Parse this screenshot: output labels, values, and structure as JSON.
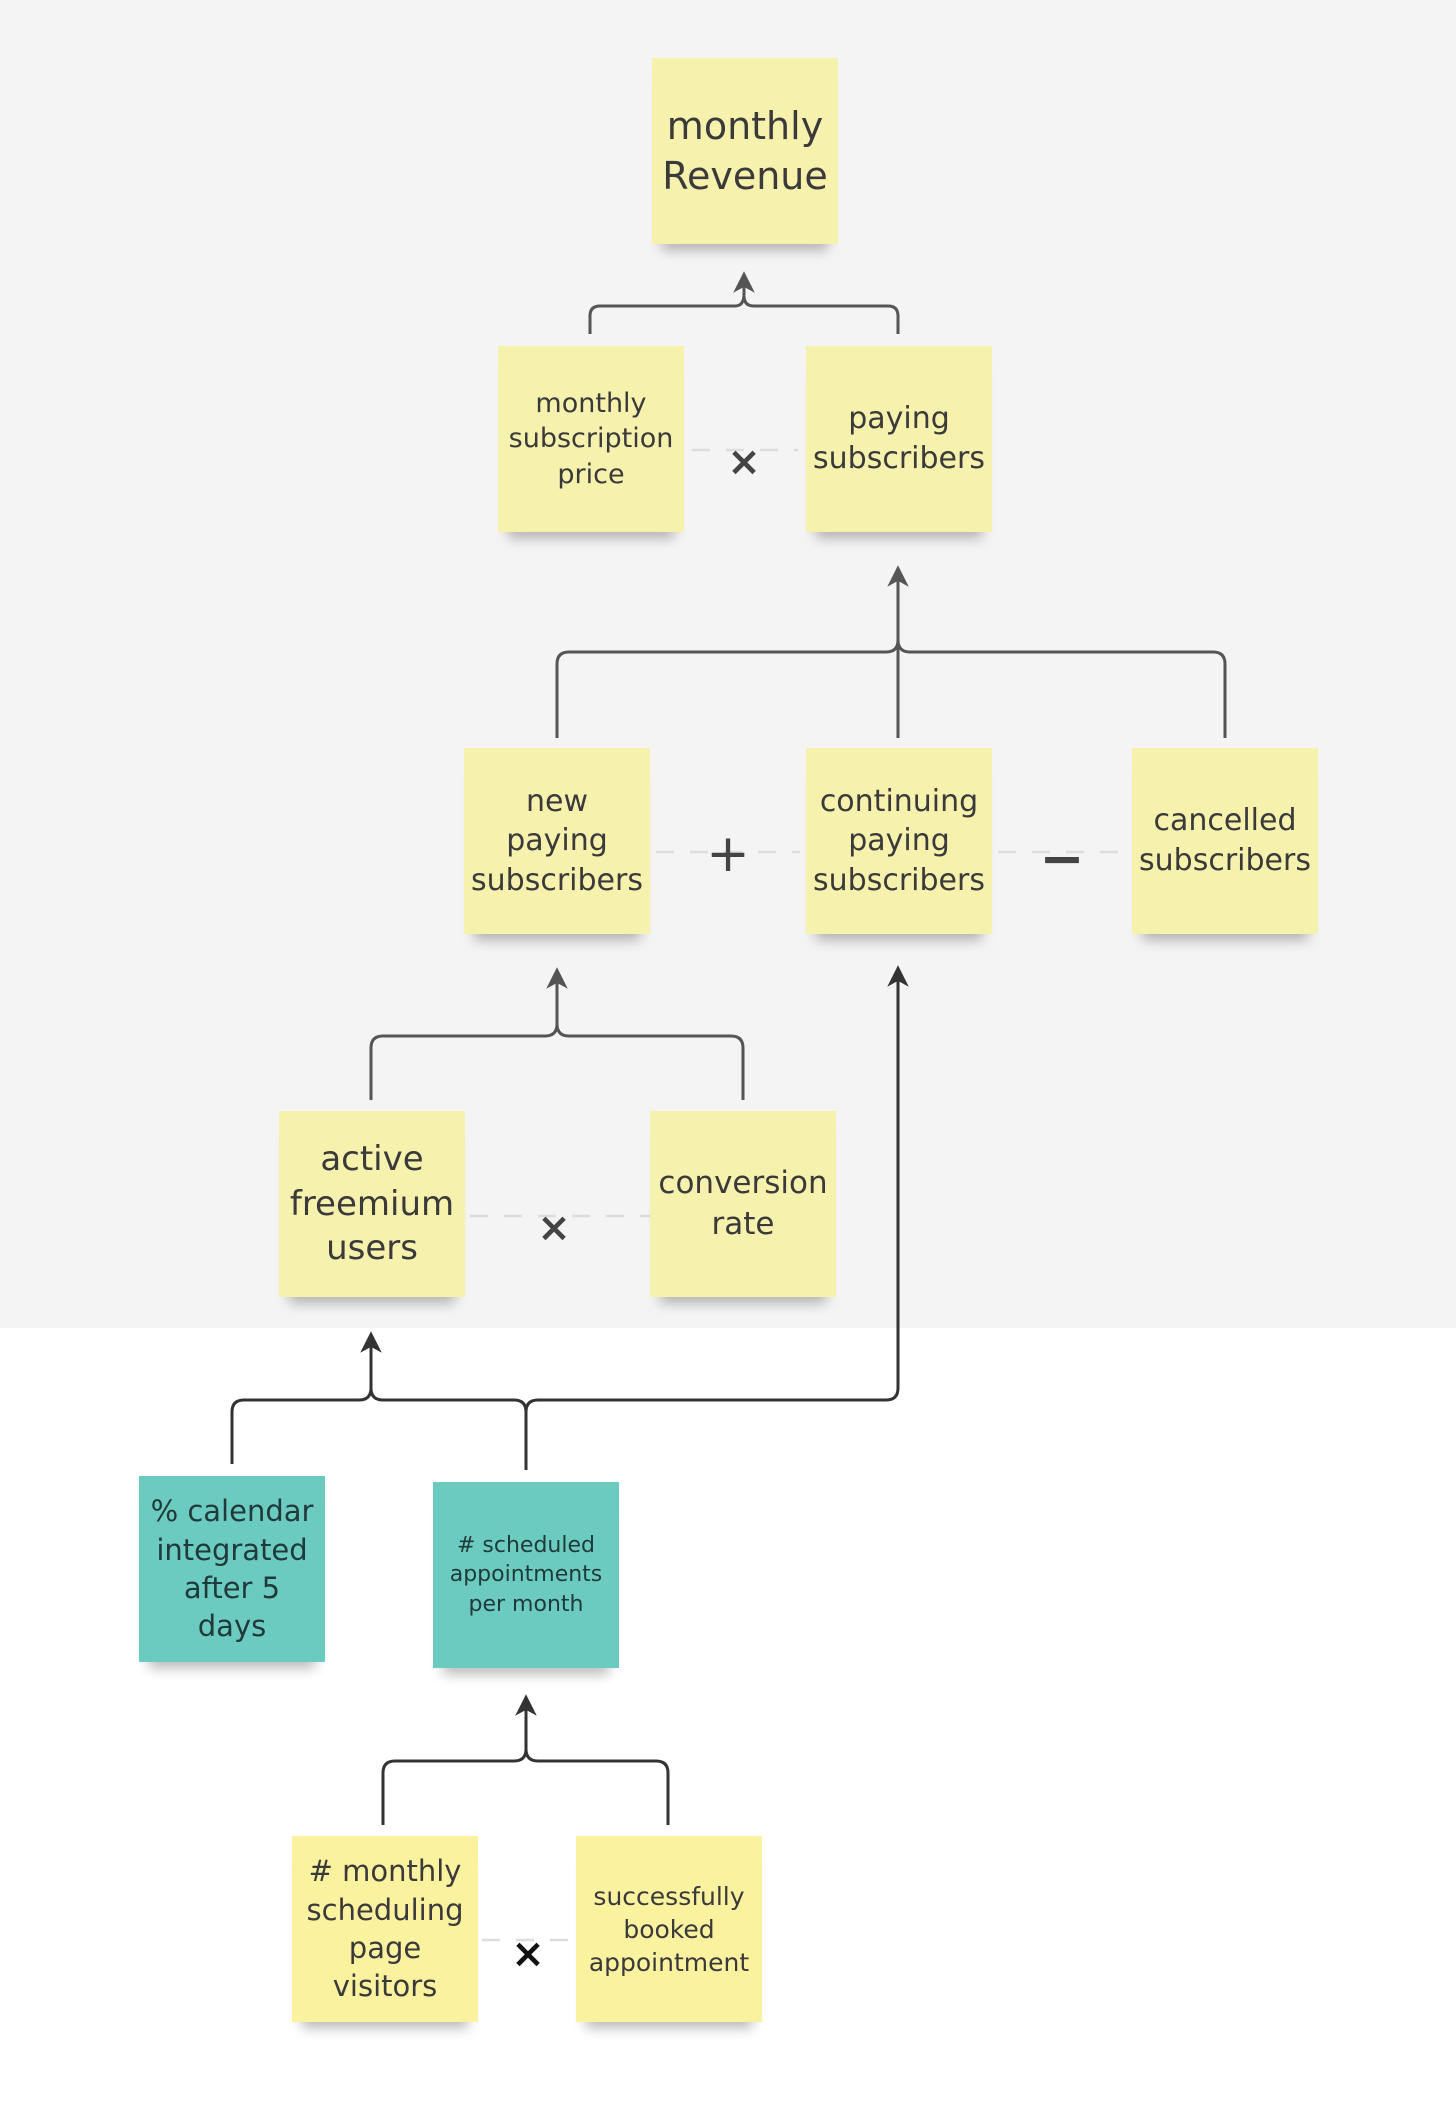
{
  "colors": {
    "sticky_yellow": "#f7f1ae",
    "sticky_teal": "#6ccbc1",
    "connector": "#555555",
    "background_top": "#f4f4f4"
  },
  "notes": {
    "monthly_revenue": "monthly\nRevenue",
    "subscription_price": "monthly\nsubscription\nprice",
    "paying_subscribers": "paying\nsubscribers",
    "new_paying": "new\npaying\nsubscribers",
    "continuing_paying": "continuing\npaying\nsubscribers",
    "cancelled": "cancelled\nsubscribers",
    "active_freemium": "active\nfreemium\nusers",
    "conversion_rate": "conversion\nrate",
    "calendar_integrated": "% calendar\nintegrated\nafter 5 days",
    "scheduled_appointments": "# scheduled\nappointments\nper month",
    "scheduling_visitors": "# monthly\nscheduling\npage\nvisitors",
    "booked_appointment": "successfully\nbooked\nappointment"
  },
  "operators": {
    "price_times_subscribers": "×",
    "new_plus_continuing": "+",
    "continuing_minus_cancelled": "−",
    "freemium_times_conversion": "×",
    "visitors_times_booked": "×"
  }
}
